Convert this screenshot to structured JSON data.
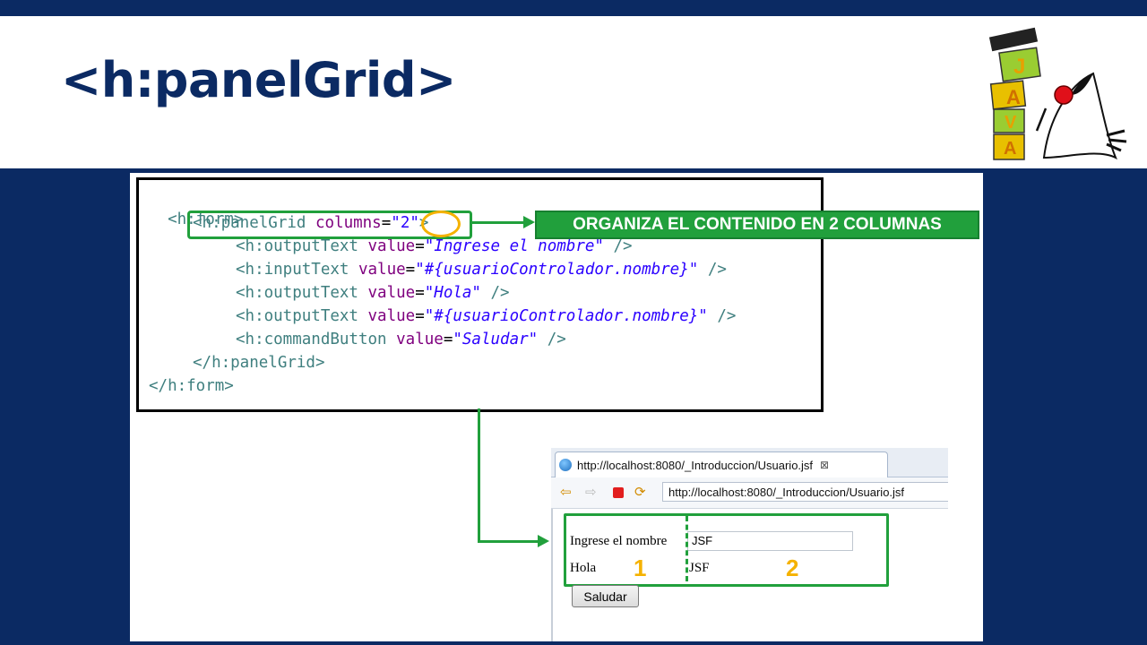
{
  "slide": {
    "title": "<h:panelGrid>",
    "callout": "ORGANIZA EL CONTENIDO EN 2 COLUMNAS",
    "mascot_letters": [
      "J",
      "A",
      "V",
      "A"
    ]
  },
  "code": {
    "line1": "<h:form>",
    "line2": {
      "tag": "<h:panelGrid ",
      "attr": "columns",
      "eq": "=",
      "val": "\"2\"",
      "close": ">"
    },
    "line3": {
      "tag": "<h:outputText ",
      "attr": "value",
      "eq": "=",
      "val": "\"Ingrese el nombre\"",
      "close": " />"
    },
    "line4": {
      "tag": "<h:inputText ",
      "attr": "value",
      "eq": "=",
      "val": "\"#{usuarioControlador.nombre}\"",
      "close": " />"
    },
    "line5": {
      "tag": "<h:outputText ",
      "attr": "value",
      "eq": "=",
      "val": "\"Hola\"",
      "close": " />"
    },
    "line6": {
      "tag": "<h:outputText ",
      "attr": "value",
      "eq": "=",
      "val": "\"#{usuarioControlador.nombre}\"",
      "close": " />"
    },
    "line7": {
      "tag": "<h:commandButton ",
      "attr": "value",
      "eq": "=",
      "val": "\"Saludar\"",
      "close": " />"
    },
    "line8": "</h:panelGrid>",
    "line9": "</h:form>"
  },
  "browser": {
    "tab_title": "http://localhost:8080/_Introduccion/Usuario.jsf",
    "tab_close": "⊠",
    "url": "http://localhost:8080/_Introduccion/Usuario.jsf",
    "icons": {
      "back": "⇦",
      "forward": "⇨",
      "refresh": "⟳"
    },
    "form": {
      "label1": "Ingrese el nombre",
      "input_value": "JSF",
      "label2": "Hola",
      "output_value": "JSF",
      "button": "Saludar"
    },
    "column_numbers": [
      "1",
      "2"
    ]
  },
  "colors": {
    "background": "#0b2a63",
    "accent_green": "#21a03c",
    "highlight_yellow": "#f5b200"
  }
}
